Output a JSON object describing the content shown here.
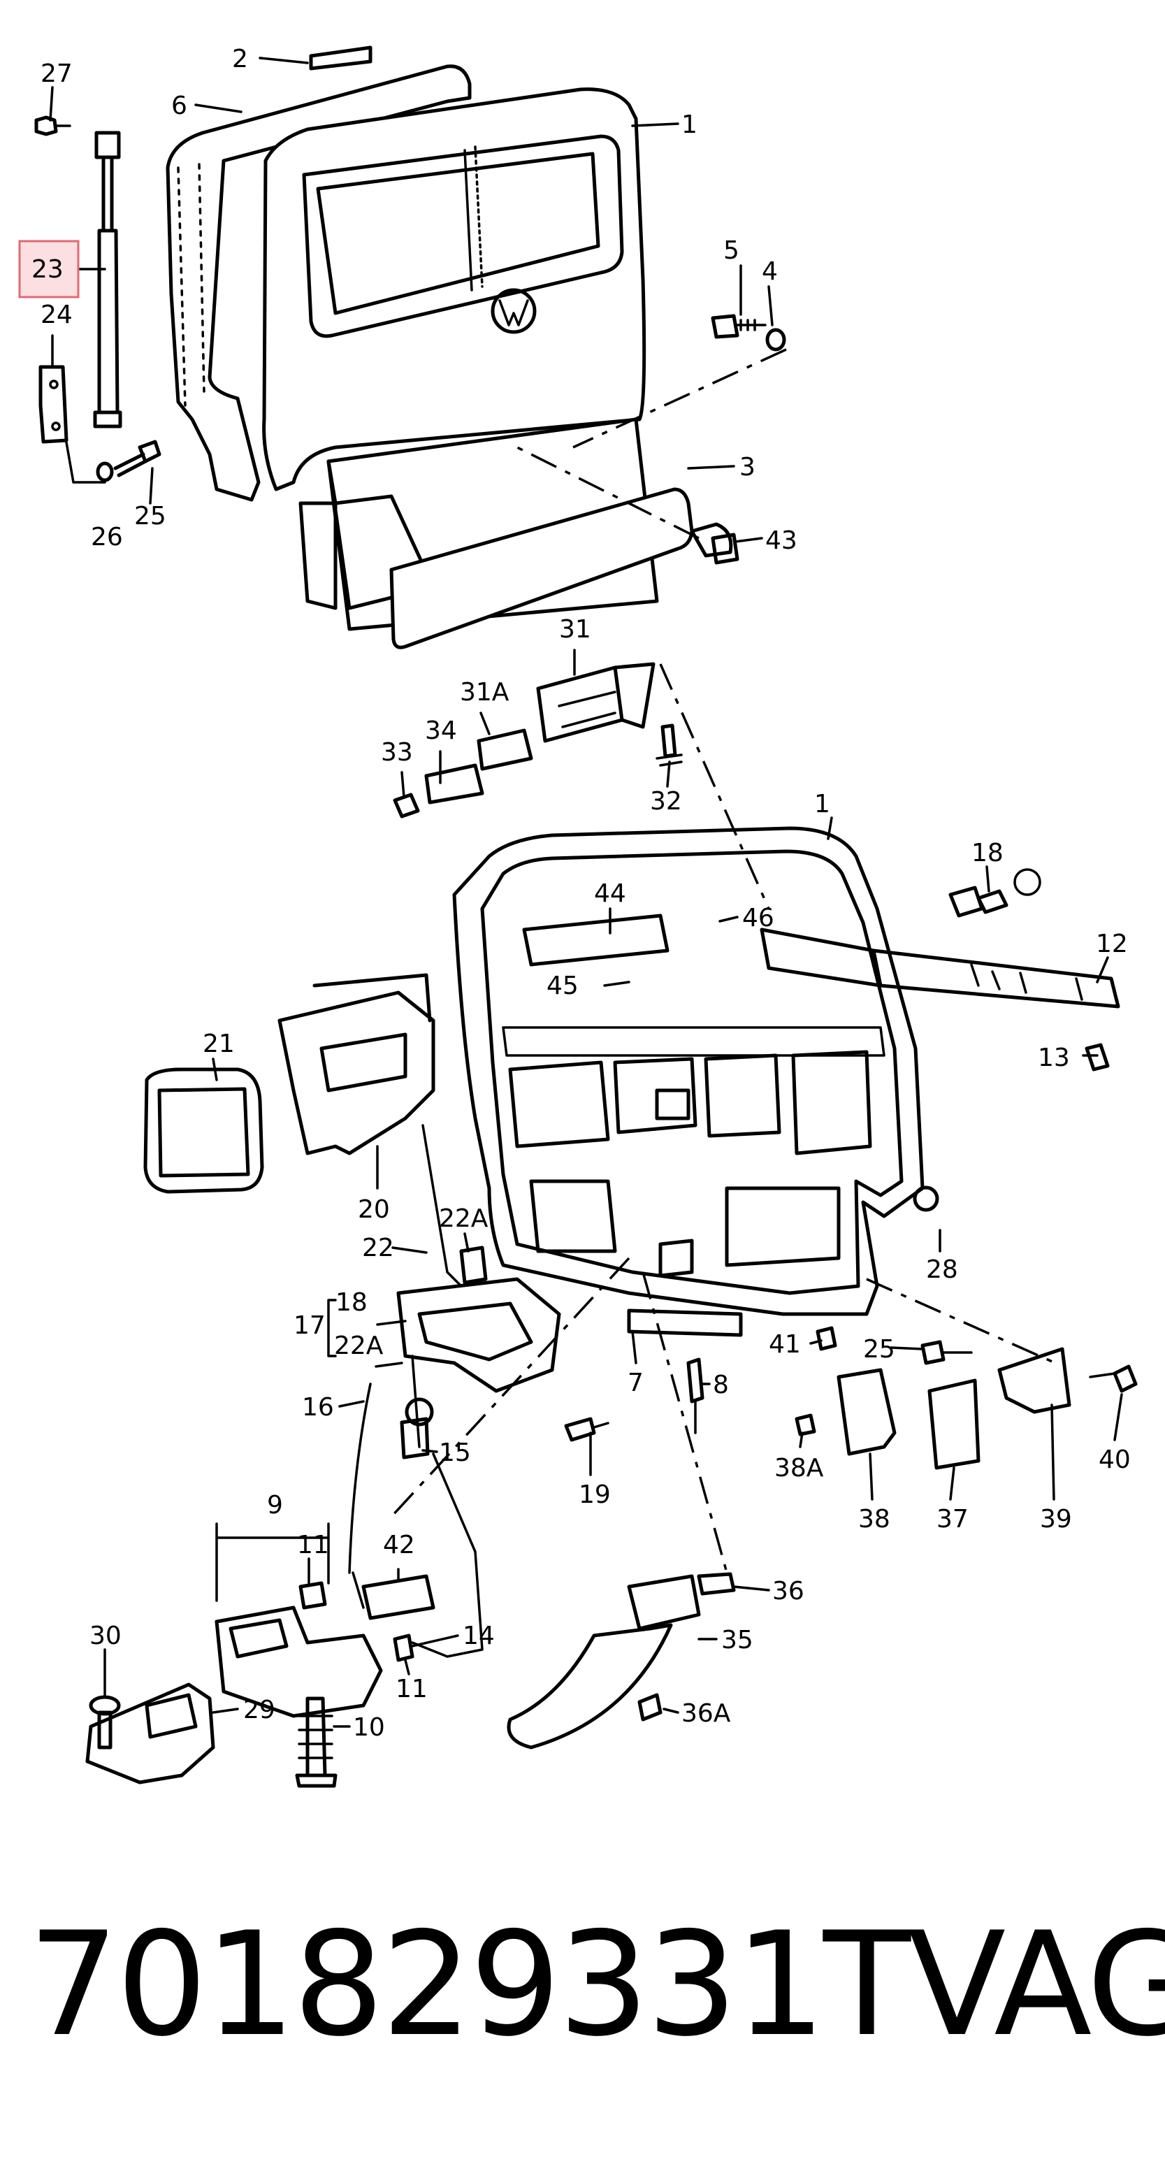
{
  "part_number": "701829331T",
  "brand": "VAG",
  "highlighted_callout": "23",
  "callouts": {
    "c1_top": "1",
    "c2": "2",
    "c3": "3",
    "c4": "4",
    "c5": "5",
    "c6": "6",
    "c23": "23",
    "c24": "24",
    "c25_top": "25",
    "c26": "26",
    "c27": "27",
    "c43": "43",
    "c31": "31",
    "c31A": "31A",
    "c32": "32",
    "c33": "33",
    "c34": "34",
    "c1_bottom": "1",
    "c18_top": "18",
    "c12": "12",
    "c13": "13",
    "c44": "44",
    "c46": "46",
    "c45": "45",
    "c21": "21",
    "c20": "20",
    "c22": "22",
    "c22A_top": "22A",
    "c17": "17",
    "c18_group": "18",
    "c22A_group": "22A",
    "c16": "16",
    "c15": "15",
    "c19": "19",
    "c7": "7",
    "c8": "8",
    "c28": "28",
    "c41": "41",
    "c25_bottom": "25",
    "c40": "40",
    "c38A": "38A",
    "c38": "38",
    "c37": "37",
    "c39": "39",
    "c9": "9",
    "c11_top": "11",
    "c42": "42",
    "c14": "14",
    "c11_bottom": "11",
    "c30": "30",
    "c29": "29",
    "c10": "10",
    "c36": "36",
    "c35": "35",
    "c36A": "36A"
  }
}
